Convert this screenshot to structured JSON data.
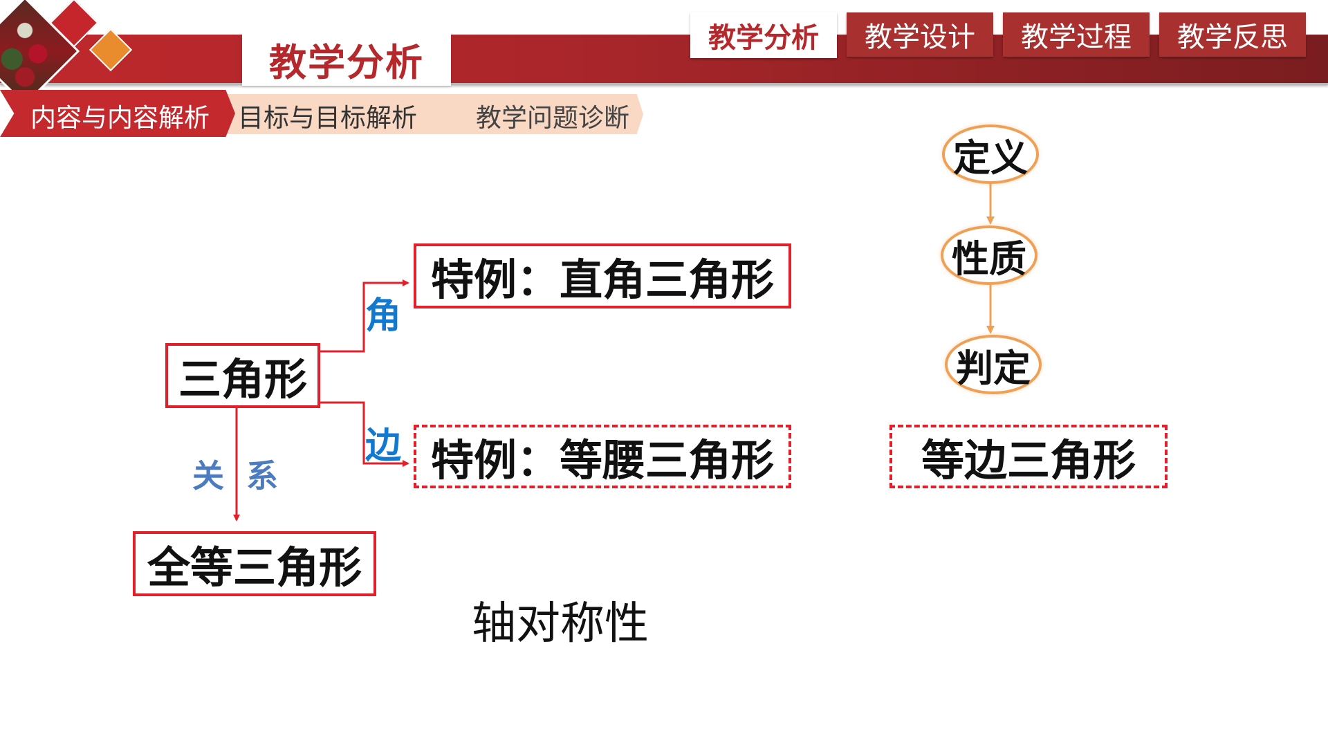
{
  "header": {
    "title": "教学分析",
    "nav_tabs": [
      {
        "label": "教学分析",
        "active": true
      },
      {
        "label": "教学设计",
        "active": false
      },
      {
        "label": "教学过程",
        "active": false
      },
      {
        "label": "教学反思",
        "active": false
      }
    ]
  },
  "subtabs": [
    {
      "label": "内容与内容解析",
      "active": true
    },
    {
      "label": "目标与目标解析",
      "active": false
    },
    {
      "label": "教学问题诊断",
      "active": false
    }
  ],
  "diagram": {
    "root": "三角形",
    "branch_angle_label": "角",
    "branch_side_label": "边",
    "special_right": "特例：直角三角形",
    "special_isosceles": "特例：等腰三角形",
    "relation_label_1": "关",
    "relation_label_2": "系",
    "congruent": "全等三角形",
    "flow": [
      "定义",
      "性质",
      "判定"
    ],
    "equilateral": "等边三角形",
    "axis_symmetry": "轴对称性"
  },
  "colors": {
    "theme_red": "#c0282c",
    "box_border": "#e1202b",
    "label_blue": "#1279d1",
    "relation_blue": "#4c7cbf",
    "oval_orange": "#f0a055",
    "diamond_orange": "#e98c2d"
  }
}
